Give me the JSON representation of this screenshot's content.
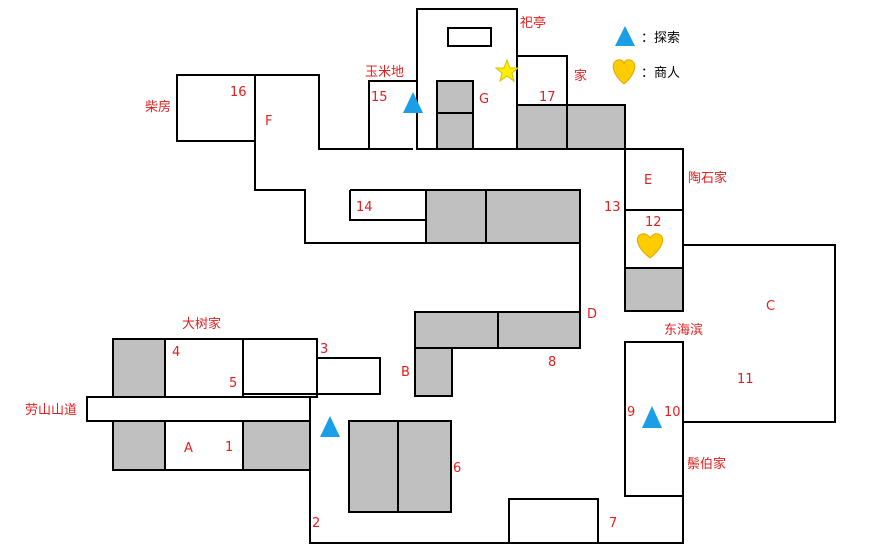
{
  "colors": {
    "wall": "#000000",
    "block_fill": "#c0c0c0",
    "label": "#e02020",
    "explore_marker": "#1a9ee6",
    "merchant_marker": "#ffcc00",
    "star": "#ffee00"
  },
  "legend": {
    "explore": {
      "icon": "triangle-icon",
      "text": "：探索"
    },
    "merchant": {
      "icon": "heart-icon",
      "text": "：商人"
    }
  },
  "places": {
    "shrine": "祀亭",
    "home": "家",
    "corn_field": "玉米地",
    "woodshed": "柴房",
    "taoshi_home": "陶石家",
    "big_tree_home": "大树家",
    "laoshan_road": "劳山山道",
    "east_beach": "东海滨",
    "jingbo_home": "鬃伯家"
  },
  "zones": {
    "A": "A",
    "B": "B",
    "C": "C",
    "D": "D",
    "E": "E",
    "F": "F",
    "G": "G"
  },
  "numbers": {
    "n1": "1",
    "n2": "2",
    "n3": "3",
    "n4": "4",
    "n5": "5",
    "n6": "6",
    "n7": "7",
    "n8": "8",
    "n9": "9",
    "n10": "10",
    "n11": "11",
    "n12": "12",
    "n13": "13",
    "n14": "14",
    "n15": "15",
    "n16": "16",
    "n17": "17"
  },
  "markers": [
    {
      "icon": "triangle-icon",
      "meaning": "探索"
    },
    {
      "icon": "triangle-icon",
      "meaning": "探索"
    },
    {
      "icon": "triangle-icon",
      "meaning": "探索"
    },
    {
      "icon": "heart-icon",
      "meaning": "商人"
    },
    {
      "icon": "star-icon"
    }
  ]
}
